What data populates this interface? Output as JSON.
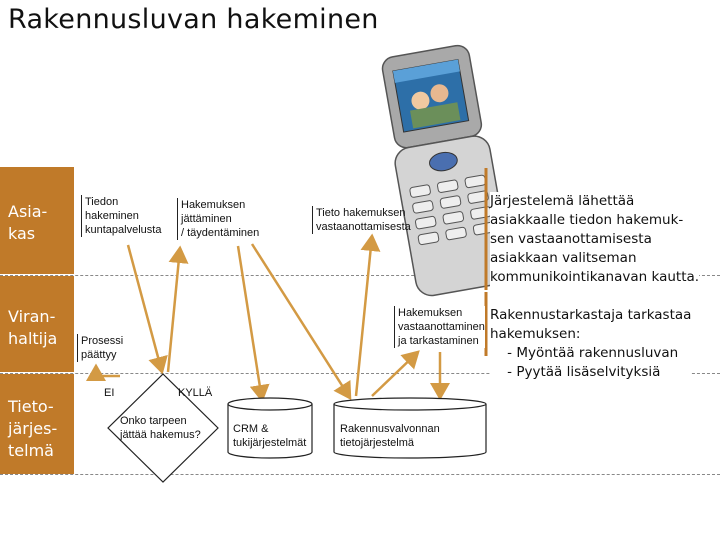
{
  "title": "Rakennusluvan hakeminen",
  "lanes": [
    {
      "label": "Asia-\nkas"
    },
    {
      "label": "Viran-\nhaltija"
    },
    {
      "label": "Tieto-\njärjes-\ntelmä"
    }
  ],
  "steps": {
    "s1": "Tiedon\nhakeminen\nkuntapalvelusta",
    "s2": "Hakemuksen\njättäminen\n/ täydentäminen",
    "s3": "Tieto hakemuksen\nvastaanottamisesta",
    "s4": "Hakemuksen\nvastaanottaminen\nja tarkastaminen",
    "s5": "Prosessi\npäättyy",
    "decision": "Onko tarpeen\njättää hakemus?",
    "no": "EI",
    "yes": "KYLLÄ",
    "db1": "CRM &\ntukijärjestelmät",
    "db2": "Rakennusvalvonnan\ntietojärjestelmä"
  },
  "callouts": {
    "c1": "Järjestelemä lähettää\nasiakkaalle tiedon hakemuk-\nsen vastaanottamisesta\nasiakkaan valitseman\nkommunikointikanavan kautta.",
    "c2": "Rakennustarkastaja tarkastaa\nhakemuksen:\n    - Myöntää rakennusluvan\n    - Pyytää lisäselvityksiä"
  },
  "colors": {
    "lane": "#c07a29",
    "arrow": "#d39a44",
    "phone_body": "#c8c8c8",
    "phone_screen": "#2d6fa8"
  }
}
